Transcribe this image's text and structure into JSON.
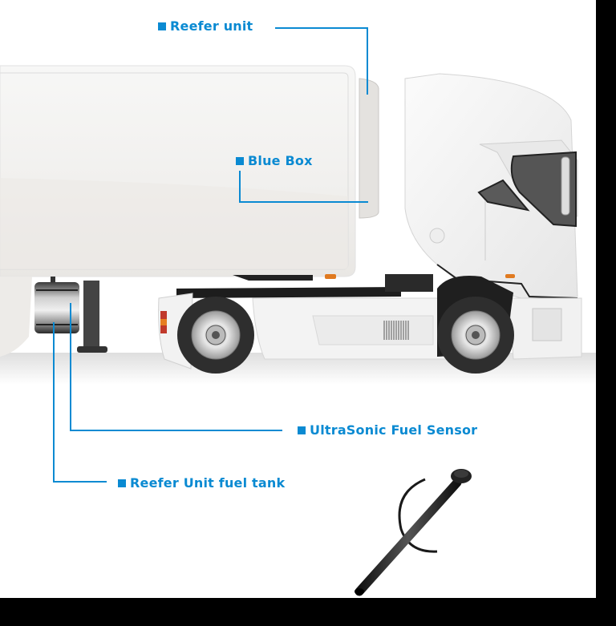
{
  "diagram": {
    "subject": "Refrigerated truck with reefer unit monitoring components",
    "accent_color": "#0a8ad2",
    "labels": [
      {
        "id": "reefer-unit",
        "text": "Reefer unit"
      },
      {
        "id": "blue-box",
        "text": "Blue Box"
      },
      {
        "id": "ultrasonic-fuel-sensor",
        "text": "UltraSonic Fuel Sensor"
      },
      {
        "id": "reefer-unit-fuel-tank",
        "text": "Reefer Unit fuel tank"
      }
    ]
  }
}
